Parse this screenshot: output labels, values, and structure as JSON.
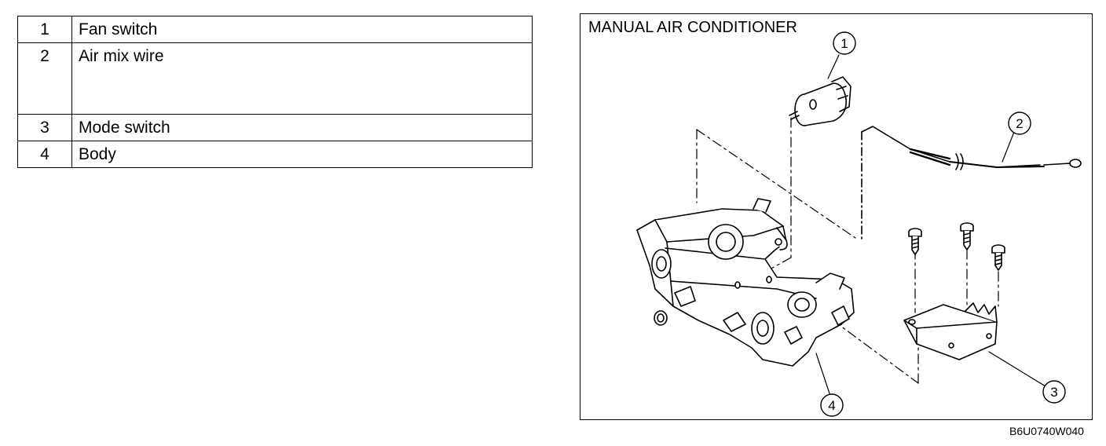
{
  "parts_table": {
    "rows": [
      {
        "num": "1",
        "name": "Fan switch"
      },
      {
        "num": "2",
        "name": "Air mix wire"
      },
      {
        "num": "3",
        "name": "Mode switch"
      },
      {
        "num": "4",
        "name": "Body"
      }
    ]
  },
  "figure": {
    "title": "MANUAL AIR CONDITIONER",
    "callouts": [
      "1",
      "2",
      "3",
      "4"
    ],
    "code": "B6U0740W040"
  }
}
